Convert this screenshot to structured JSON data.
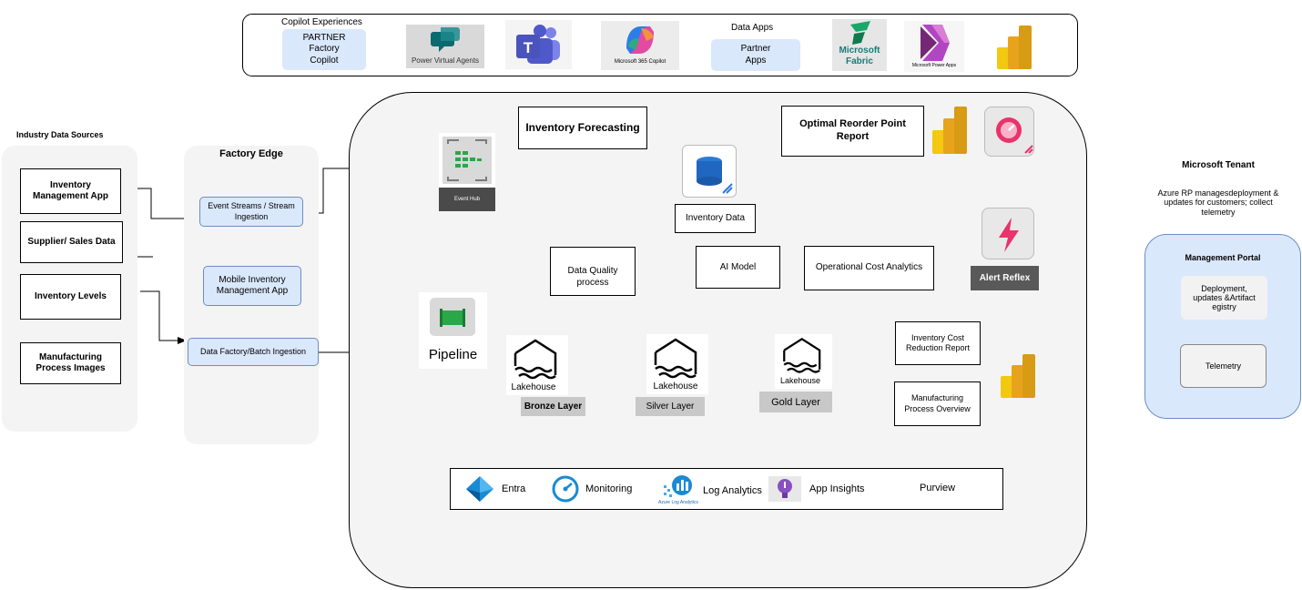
{
  "top_bar": {
    "copilot_experiences_label": "Copilot Experiences",
    "partner_copilot_label": "PARTNER\nFactory\nCopilot",
    "pva_label": "Power Virtual Agents",
    "m365_label": "Microsoft 365 Copilot",
    "data_apps_label": "Data Apps",
    "partner_apps_label": "Partner\nApps",
    "fabric_label": "Microsoft\nFabric",
    "power_apps_label": "Microsoft Power Apps"
  },
  "industry": {
    "title": "Industry Data Sources",
    "items": [
      "Inventory Management App",
      "Supplier/ Sales Data",
      "Inventory Levels",
      "Manufacturing Process Images"
    ]
  },
  "factory_edge": {
    "title": "Factory Edge",
    "items": [
      "Event Streams / Stream Ingestion",
      "Mobile Inventory Management App",
      "Data Factory/Batch Ingestion"
    ]
  },
  "fabric": {
    "event_hub_label": "Event Hub",
    "inventory_forecasting_label": "Inventory Forecasting",
    "inventory_data_label": "Inventory Data",
    "reorder_report_label": "Optimal Reorder Point Report",
    "alert_reflex_label": "Alert Reflex",
    "data_quality_label": "Data Quality process",
    "ai_model_label": "AI Model",
    "op_cost_label": "Operational Cost Analytics",
    "pipeline_label": "Pipeline",
    "lakehouse_label": "Lakehouse",
    "bronze_label": "Bronze Layer",
    "silver_label": "Silver Layer",
    "gold_label": "Gold Layer",
    "cost_report_label": "Inventory Cost Reduction Report",
    "mfg_overview_label": "Manufacturing Process Overview"
  },
  "services": {
    "entra": "Entra",
    "monitoring": "Monitoring",
    "log_analytics": "Log Analytics",
    "log_analytics_caption": "Azure Log Analytics",
    "app_insights": "App Insights",
    "purview": "Purview"
  },
  "tenant": {
    "title": "Microsoft Tenant",
    "description": "Azure RP managesdeployment & updates for customers; collect telemetry",
    "portal_title": "Management Portal",
    "deployment_label": "Deployment, updates &Artifact egistry",
    "telemetry_label": "Telemetry"
  },
  "colors": {
    "blue_fill": "#dae8fc",
    "blue_border": "#6c8ebf",
    "panel_gray": "#f4f4f4",
    "layer_gray": "#c8c8c8",
    "powerbi_yellow": "#f2c811",
    "fabric_green": "#1aa86a",
    "teams_purple": "#5059c9",
    "power_apps_purple": "#9b3fc6",
    "activator_pink": "#e8336d"
  }
}
